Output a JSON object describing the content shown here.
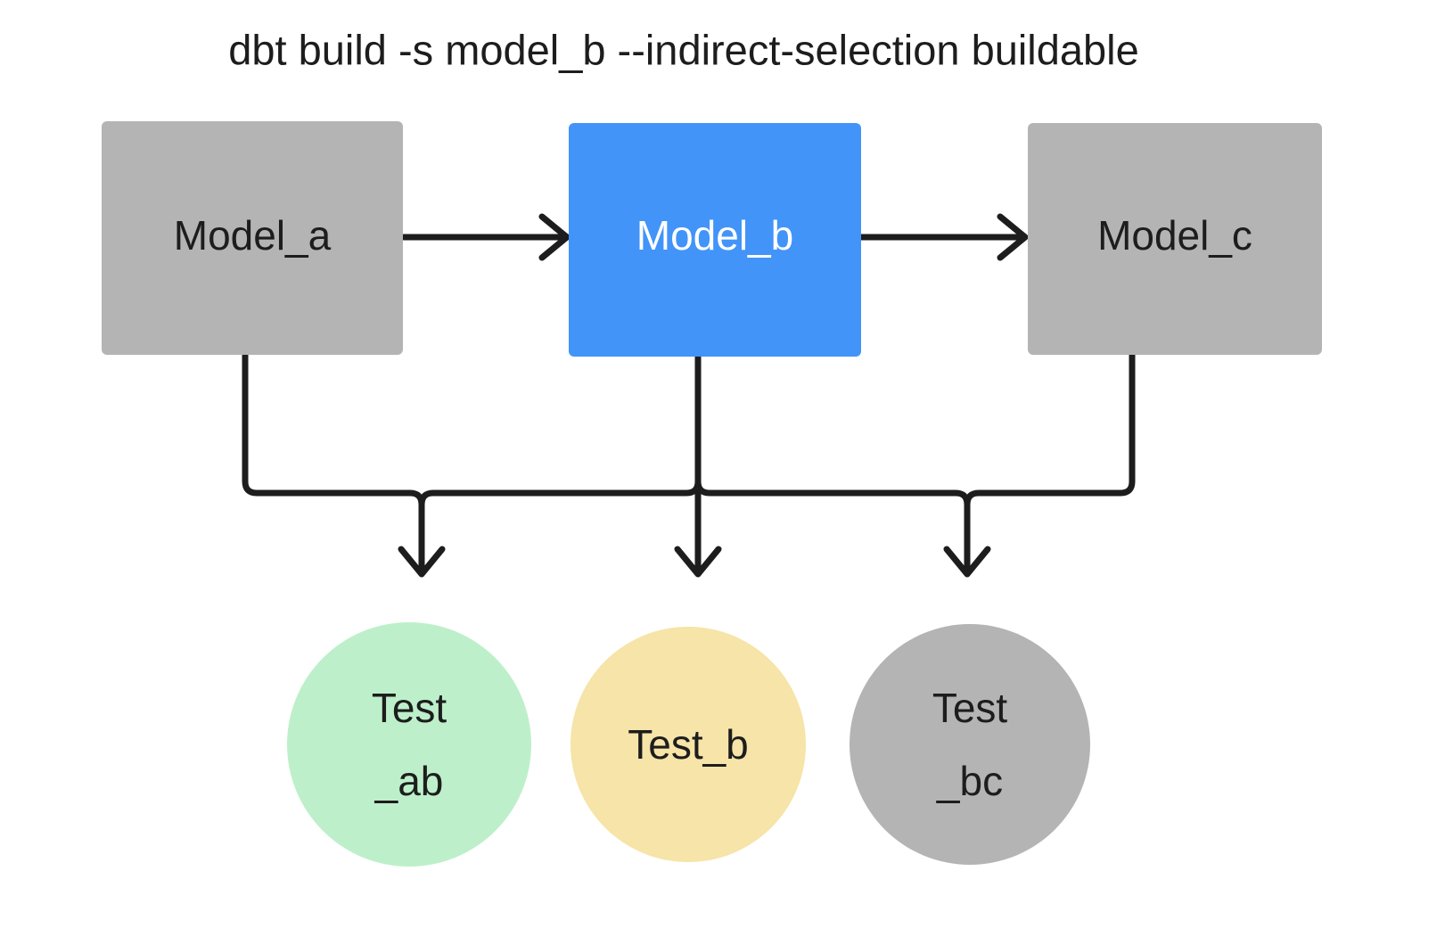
{
  "title": "dbt build -s model_b --indirect-selection buildable",
  "colors": {
    "background": "#ffffff",
    "gray_node": "#b4b4b4",
    "blue_node": "#4294f8",
    "green_node": "#bdf0ca",
    "yellow_node": "#f6e4a8",
    "edge": "#1d1d1d",
    "text_dark": "#1d1d1d",
    "text_light": "#ffffff"
  },
  "models": [
    {
      "id": "model_a",
      "label": "Model_a",
      "shape": "rect",
      "state": "unselected",
      "fill": "#b4b4b4",
      "text_color": "#1d1d1d"
    },
    {
      "id": "model_b",
      "label": "Model_b",
      "shape": "rect",
      "state": "selected",
      "fill": "#4294f8",
      "text_color": "#ffffff"
    },
    {
      "id": "model_c",
      "label": "Model_c",
      "shape": "rect",
      "state": "unselected",
      "fill": "#b4b4b4",
      "text_color": "#1d1d1d"
    }
  ],
  "tests": [
    {
      "id": "test_ab",
      "label_line1": "Test",
      "label_line2": "_ab",
      "shape": "circle",
      "state": "buildable",
      "fill": "#bdf0ca",
      "text_color": "#1d2d22"
    },
    {
      "id": "test_b",
      "label_line1": "Test_b",
      "label_line2": "",
      "shape": "circle",
      "state": "selected-test",
      "fill": "#f6e4a8",
      "text_color": "#1d1d1d"
    },
    {
      "id": "test_bc",
      "label_line1": "Test",
      "label_line2": "_bc",
      "shape": "circle",
      "state": "unselected",
      "fill": "#b4b4b4",
      "text_color": "#1d1d1d"
    }
  ],
  "edges": [
    {
      "id": "a-to-b",
      "from": "model_a",
      "to": "model_b",
      "style": "arrow-right"
    },
    {
      "id": "b-to-c",
      "from": "model_b",
      "to": "model_c",
      "style": "arrow-right"
    },
    {
      "id": "a-to-test-ab",
      "from": "model_a",
      "to": "test_ab",
      "style": "elbow-down"
    },
    {
      "id": "b-to-test-ab",
      "from": "model_b",
      "to": "test_ab",
      "style": "elbow-down"
    },
    {
      "id": "b-to-test-b",
      "from": "model_b",
      "to": "test_b",
      "style": "straight-down"
    },
    {
      "id": "b-to-test-bc",
      "from": "model_b",
      "to": "test_bc",
      "style": "elbow-down"
    },
    {
      "id": "c-to-test-bc",
      "from": "model_c",
      "to": "test_bc",
      "style": "elbow-down"
    }
  ]
}
